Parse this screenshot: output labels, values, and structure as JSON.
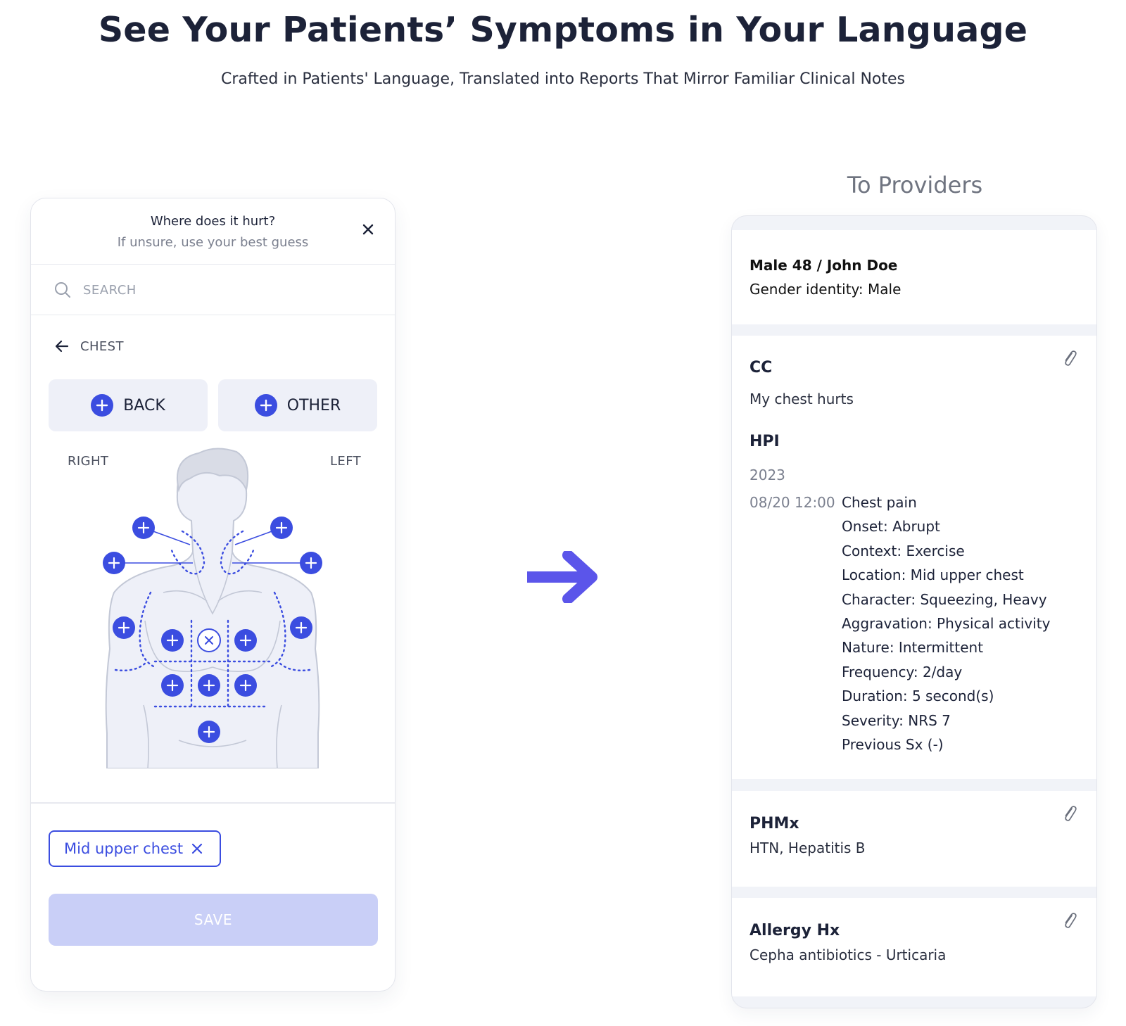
{
  "page": {
    "title": "See Your Patients’ Symptoms in Your Language",
    "subtitle": "Crafted in Patients' Language, Translated into Reports That Mirror Familiar Clinical Notes"
  },
  "phone": {
    "question": "Where does it hurt?",
    "hint": "If unsure, use your best guess",
    "search_placeholder": "SEARCH",
    "breadcrumb": "CHEST",
    "buttons": {
      "back": "BACK",
      "other": "OTHER"
    },
    "side_labels": {
      "right": "RIGHT",
      "left": "LEFT"
    },
    "selected_chip": "Mid upper chest",
    "save_label": "SAVE"
  },
  "report": {
    "header": "To Providers",
    "patient": {
      "name": "Male 48 / John Doe",
      "gender": "Gender identity: Male"
    },
    "cc": {
      "title": "CC",
      "text": "My chest hurts"
    },
    "hpi": {
      "title": "HPI",
      "year": "2023",
      "time": "08/20 12:00",
      "items": [
        "Chest pain",
        "Onset: Abrupt",
        "Context: Exercise",
        "Location: Mid upper chest",
        "Character: Squeezing, Heavy",
        "Aggravation: Physical activity",
        "Nature: Intermittent",
        "Frequency: 2/day",
        "Duration: 5 second(s)",
        "Severity: NRS 7",
        "Previous Sx (-)"
      ]
    },
    "phmx": {
      "title": "PHMx",
      "text": "HTN, Hepatitis B"
    },
    "allergy": {
      "title": "Allergy Hx",
      "text": "Cepha antibiotics - Urticaria"
    }
  },
  "colors": {
    "accent": "#3b4de0",
    "arrow": "#5b55ea",
    "button_bg": "#eef0f8",
    "save_disabled": "#c9cff7",
    "body_fill": "#eef0f8",
    "body_stroke": "#c3c8d6"
  },
  "icons": [
    "close-icon",
    "search-icon",
    "arrow-left-icon",
    "plus-circle-icon",
    "remove-circle-icon",
    "chip-close-icon",
    "right-arrow-icon",
    "paperclip-icon"
  ]
}
